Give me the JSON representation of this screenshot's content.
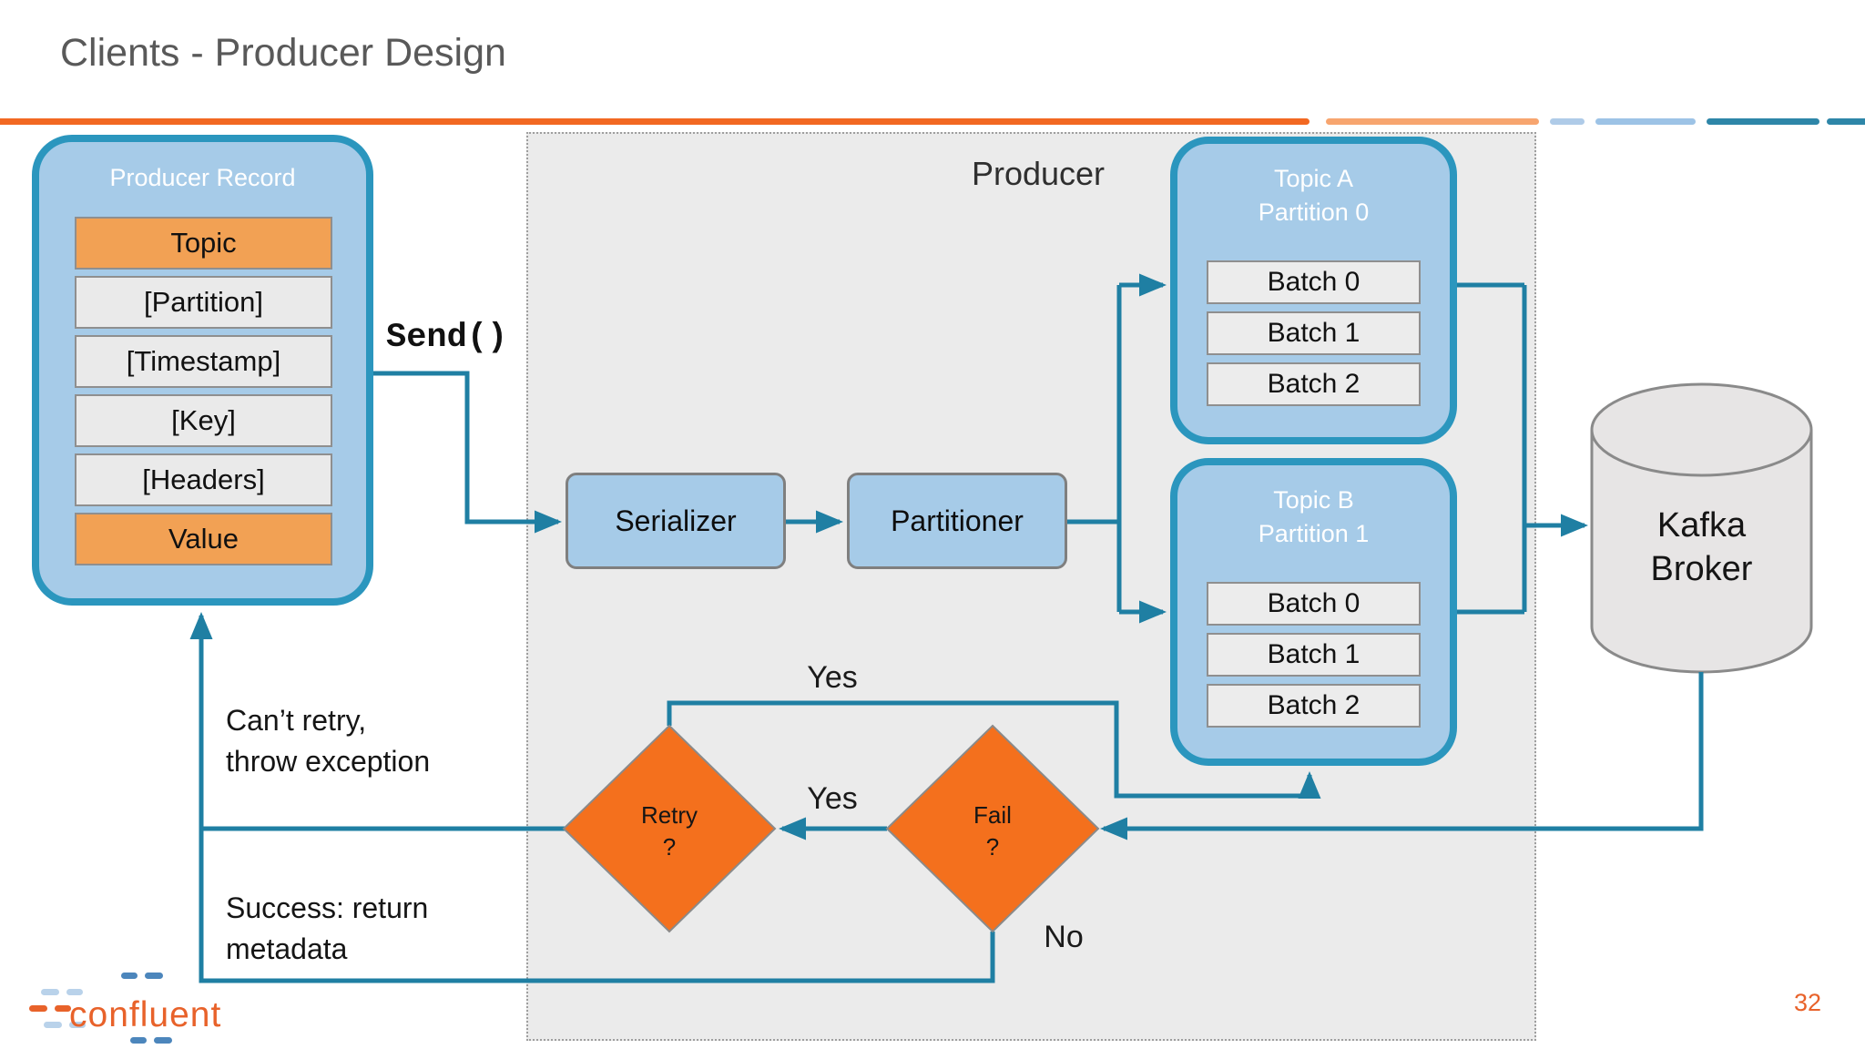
{
  "slide": {
    "title": "Clients - Producer Design",
    "page_number": "32"
  },
  "colors": {
    "accent_orange": "#F26822",
    "accent_orange_light": "#F7A56F",
    "bar_blue_pale": "#AFCBE8",
    "bar_blue": "#9DC3E6",
    "bar_teal": "#2E86A8",
    "box_fill_blue": "#A6CBE8",
    "box_border_teal": "#2B96BE",
    "connector": "#1F7FA3",
    "row_orange": "#F2A154",
    "row_gray": "#EAEAEA",
    "row_border": "#8F8F8F",
    "batch_fill": "#ECECEC",
    "diamond_orange": "#F4701D",
    "region_fill": "#EBEBEB",
    "region_border": "#9E9E9E",
    "cylinder_fill": "#E7E5E5",
    "cylinder_border": "#8A8A8A",
    "title_color": "#595959",
    "brand_orange": "#E8622A",
    "logo_blue": "#4C86BC",
    "logo_blue_light": "#B9D2EA"
  },
  "producer_record": {
    "title": "Producer Record",
    "fields": [
      "Topic",
      "[Partition]",
      "[Timestamp]",
      "[Key]",
      "[Headers]",
      "Value"
    ]
  },
  "send_label": "Send()",
  "region": {
    "label": "Producer"
  },
  "pipeline": {
    "serializer": "Serializer",
    "partitioner": "Partitioner"
  },
  "topic_a": {
    "title1": "Topic A",
    "title2": "Partition 0",
    "batches": [
      "Batch 0",
      "Batch 1",
      "Batch 2"
    ]
  },
  "topic_b": {
    "title1": "Topic B",
    "title2": "Partition 1",
    "batches": [
      "Batch 0",
      "Batch 1",
      "Batch 2"
    ]
  },
  "broker": {
    "line1": "Kafka",
    "line2": "Broker"
  },
  "decisions": {
    "retry": {
      "line1": "Retry",
      "line2": "?"
    },
    "fail": {
      "line1": "Fail",
      "line2": "?"
    }
  },
  "labels": {
    "yes_top": "Yes",
    "yes_mid": "Yes",
    "no": "No",
    "cant_retry1": "Can’t retry,",
    "cant_retry2": "throw exception",
    "success1": "Success: return",
    "success2": "metadata"
  },
  "footer": {
    "brand": "confluent"
  }
}
